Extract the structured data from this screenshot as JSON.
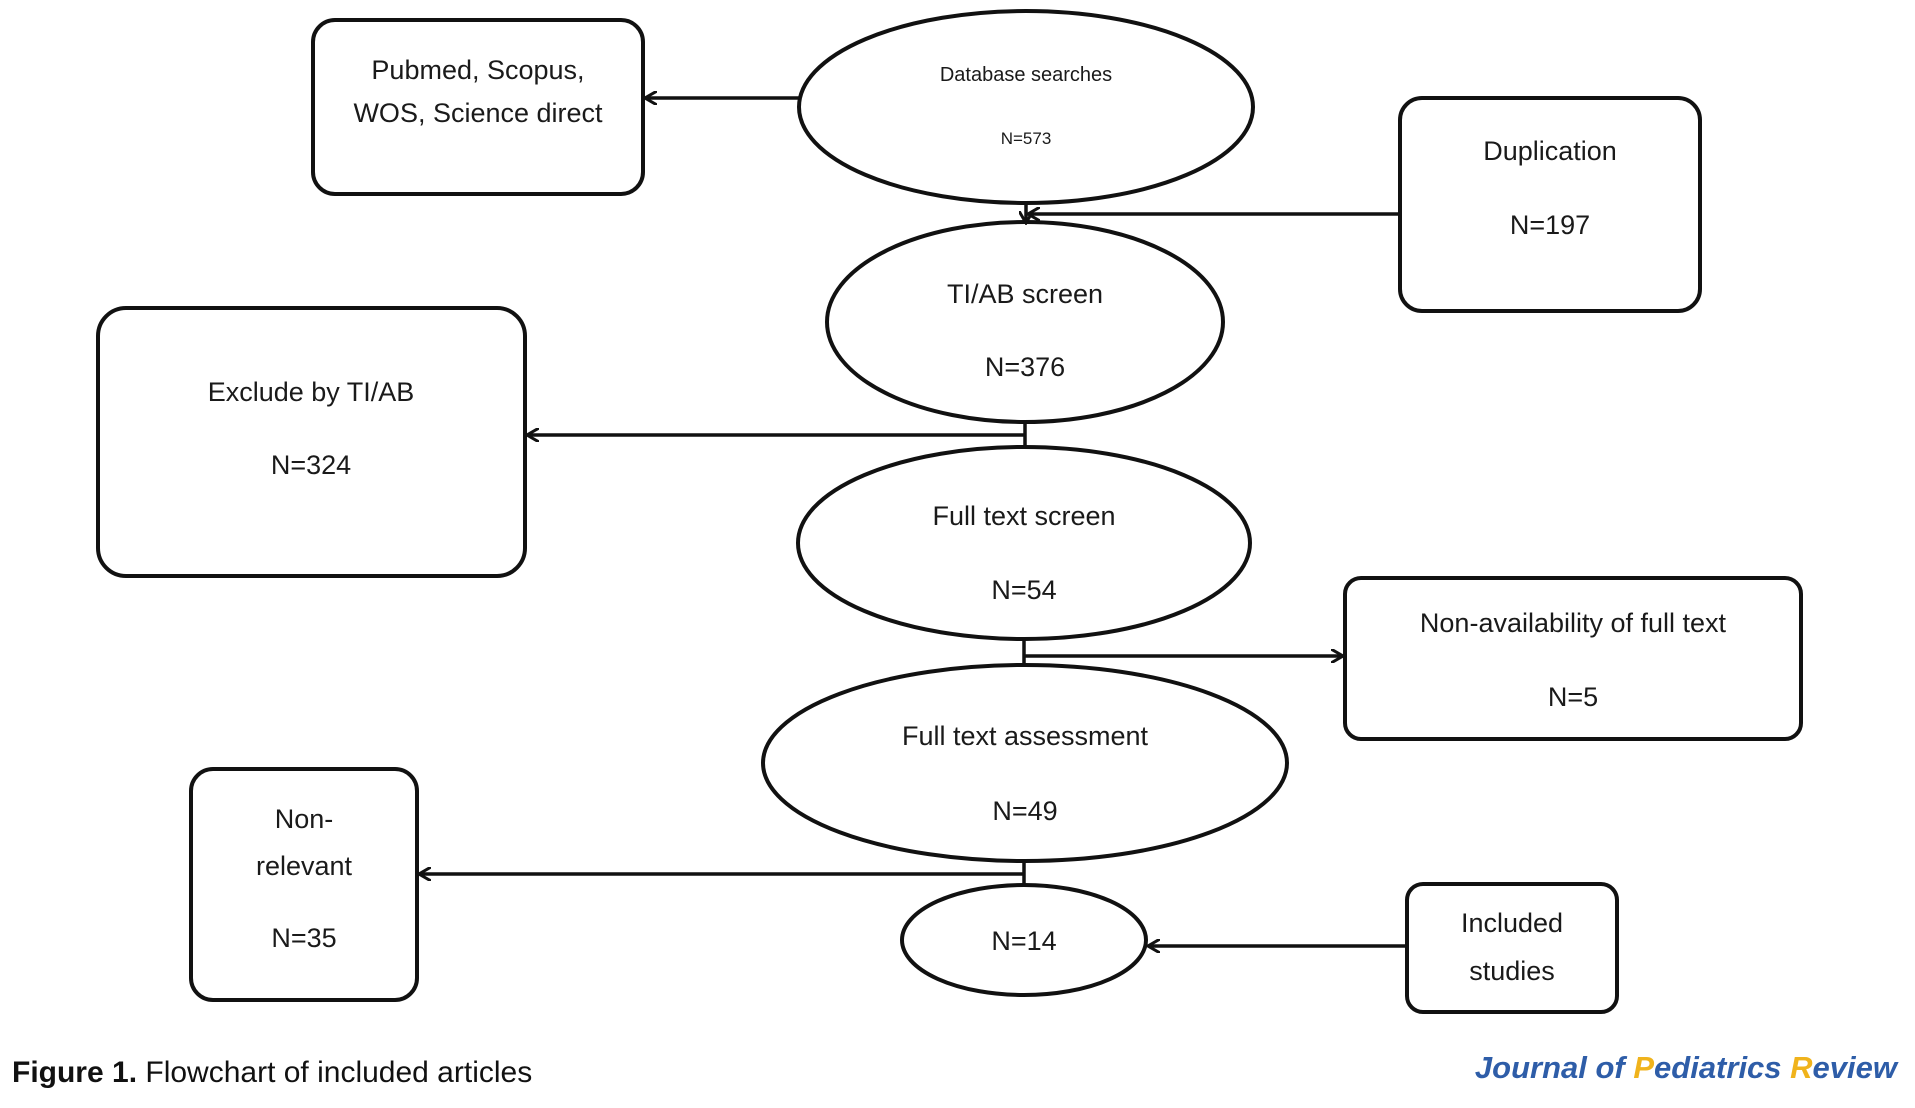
{
  "colors": {
    "stroke": "#111111",
    "text": "#1a1a1a",
    "journal_blue": "#2e5da8",
    "journal_yellow": "#f0b31c"
  },
  "nodes": {
    "sources": {
      "lines": [
        "Pubmed, Scopus,",
        "WOS, Science direct"
      ]
    },
    "database": {
      "lines": [
        "Database searches",
        "N=573"
      ]
    },
    "duplication": {
      "lines": [
        "Duplication",
        "N=197"
      ]
    },
    "tiab": {
      "lines": [
        "TI/AB screen",
        "N=376"
      ]
    },
    "exclude": {
      "lines": [
        "Exclude by TI/AB",
        "N=324"
      ]
    },
    "fulltext": {
      "lines": [
        "Full text screen",
        "N=54"
      ]
    },
    "nonavail": {
      "lines": [
        "Non-availability of full text",
        "N=5"
      ]
    },
    "assessment": {
      "lines": [
        "Full text assessment",
        "N=49"
      ]
    },
    "nonrelevant": {
      "lines": [
        "Non-",
        "relevant",
        "N=35"
      ]
    },
    "final": {
      "lines": [
        "N=14"
      ]
    },
    "included": {
      "lines": [
        "Included",
        "studies"
      ]
    }
  },
  "caption": {
    "label": "Figure 1.",
    "text": " Flowchart of included articles"
  },
  "journal": {
    "parts": [
      {
        "text": "Journal of ",
        "color": "#2e5da8"
      },
      {
        "text": "P",
        "color": "#f0b31c"
      },
      {
        "text": "ediatrics ",
        "color": "#2e5da8"
      },
      {
        "text": "R",
        "color": "#f0b31c"
      },
      {
        "text": "eview",
        "color": "#2e5da8"
      }
    ]
  }
}
